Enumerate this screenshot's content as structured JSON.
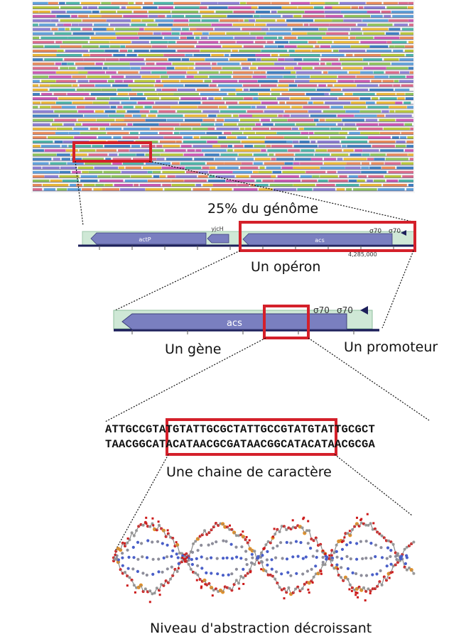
{
  "levels": {
    "genome_label": "25% du génôme",
    "operon_label": "Un opéron",
    "gene_label": "Un gène",
    "promoter_label": "Un promoteur",
    "string_label": "Une chaine de caractère",
    "footer": "Niveau d'abstraction décroissant"
  },
  "operon": {
    "gene_actP": "actP",
    "gene_yjcH": "yjcH",
    "gene_acs": "acs",
    "sigma": "σ70",
    "sigma2": "σ70",
    "position": "4,285,000"
  },
  "gene_view": {
    "gene_acs": "acs",
    "sigma": "σ70",
    "sigma2": "σ70"
  },
  "sequence": {
    "line1": "ATTGCCGTATGTATTGCGCTATTGCCGTATGTATTGCGCT",
    "line2": "TAACGGCATACATAACGCGATAACGGCATACATAACGCGA"
  },
  "colors": {
    "highlight": "#d4202a",
    "gene_fill": "#7a7fc0",
    "region_fill": "#cfe8d6",
    "axis": "#1c1f5a"
  }
}
